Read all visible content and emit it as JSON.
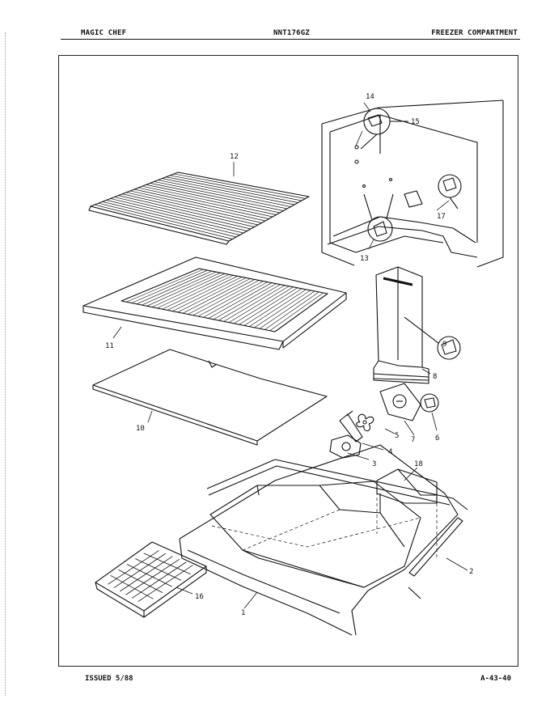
{
  "header": {
    "brand": "MAGIC CHEF",
    "model": "NNT176GZ",
    "section": "FREEZER COMPARTMENT"
  },
  "footer": {
    "issued": "ISSUED 5/88",
    "page_code": "A-43-40"
  },
  "callouts": {
    "c1": "1",
    "c2": "2",
    "c3": "3",
    "c4": "4",
    "c5": "5",
    "c6": "6",
    "c7": "7",
    "c8": "8",
    "c9": "9",
    "c10": "10",
    "c11": "11",
    "c12": "12",
    "c13": "13",
    "c14": "14",
    "c15": "15",
    "c16": "16",
    "c17": "17",
    "c18": "18"
  }
}
